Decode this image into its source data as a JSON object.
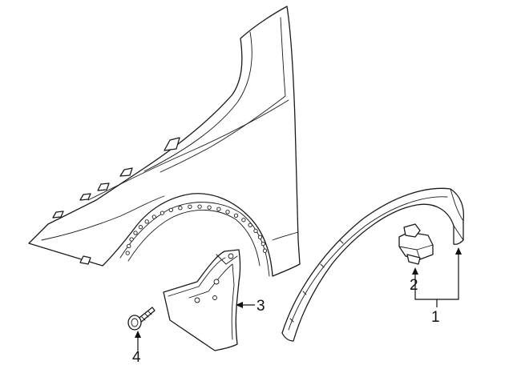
{
  "callouts": [
    {
      "id": "1",
      "label": "1"
    },
    {
      "id": "2",
      "label": "2"
    },
    {
      "id": "3",
      "label": "3"
    },
    {
      "id": "4",
      "label": "4"
    }
  ],
  "parts": [
    {
      "callout": "1",
      "icon": "fender-flare-icon"
    },
    {
      "callout": "2",
      "icon": "retainer-clip-icon"
    },
    {
      "callout": "3",
      "icon": "mud-flap-icon"
    },
    {
      "callout": "4",
      "icon": "screw-icon"
    }
  ],
  "colors": {
    "line": "#1a1a1a",
    "background": "#ffffff"
  }
}
